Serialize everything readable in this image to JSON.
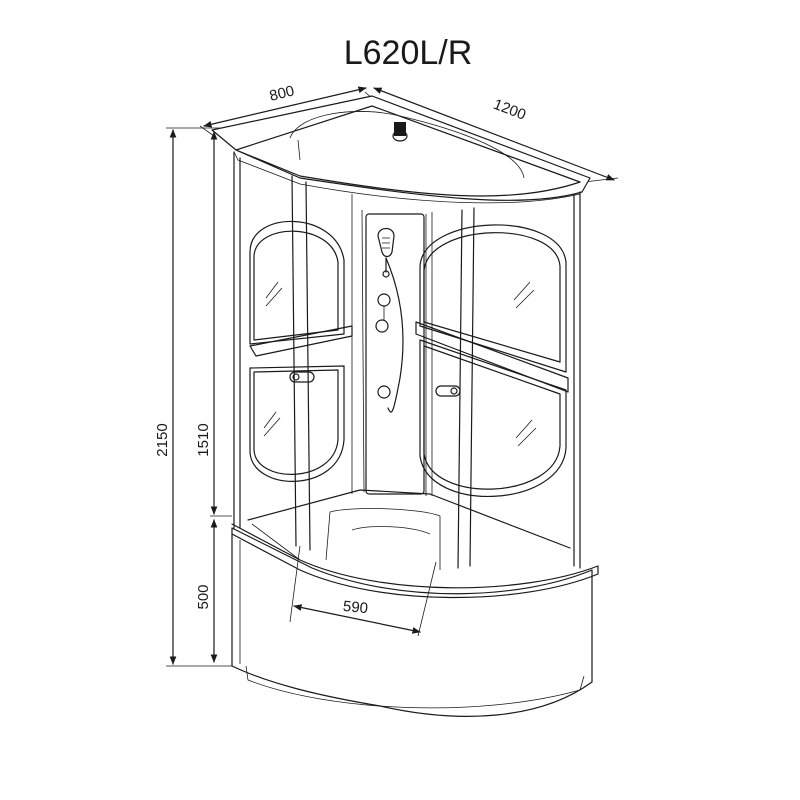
{
  "title": "L620L/R",
  "dimensions": {
    "depth": "800",
    "width": "1200",
    "total_height": "2150",
    "cabin_height": "1510",
    "tray_height": "500",
    "door_opening": "590"
  }
}
